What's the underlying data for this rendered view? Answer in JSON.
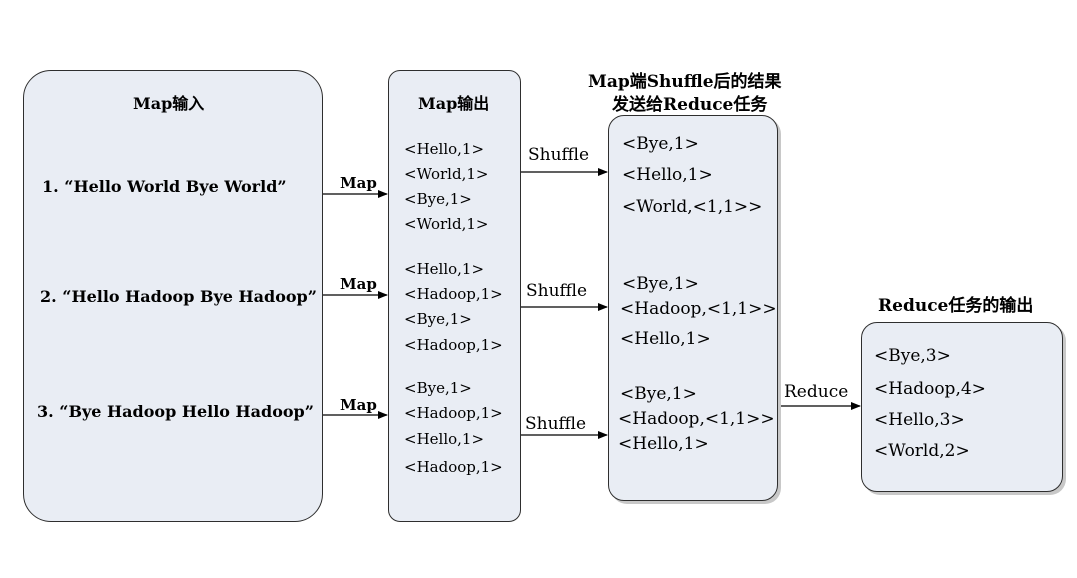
{
  "map_input": {
    "title": "Map输入",
    "lines": [
      "1. “Hello World Bye World”",
      "2. “Hello Hadoop Bye Hadoop”",
      "3. “Bye Hadoop Hello Hadoop”"
    ]
  },
  "map_output": {
    "title": "Map输出",
    "groups": [
      [
        "<Hello,1>",
        "<World,1>",
        "<Bye,1>",
        "<World,1>"
      ],
      [
        "<Hello,1>",
        "<Hadoop,1>",
        "<Bye,1>",
        "<Hadoop,1>"
      ],
      [
        "<Bye,1>",
        "<Hadoop,1>",
        "<Hello,1>",
        "<Hadoop,1>"
      ]
    ]
  },
  "shuffle_result": {
    "title_line1": "Map端Shuffle后的结果",
    "title_line2": "发送给Reduce任务",
    "groups": [
      [
        "<Bye,1>",
        "<Hello,1>",
        "<World,<1,1>>"
      ],
      [
        "<Bye,1>",
        "<Hadoop,<1,1>>",
        "<Hello,1>"
      ],
      [
        "<Bye,1>",
        "<Hadoop,<1,1>>",
        "<Hello,1>"
      ]
    ]
  },
  "reduce_output": {
    "title": "Reduce任务的输出",
    "lines": [
      "<Bye,3>",
      "<Hadoop,4>",
      "<Hello,3>",
      "<World,2>"
    ]
  },
  "edge_labels": {
    "map": [
      "Map",
      "Map",
      "Map"
    ],
    "shuffle": [
      "Shuffle",
      "Shuffle",
      "Shuffle"
    ],
    "reduce": "Reduce"
  }
}
